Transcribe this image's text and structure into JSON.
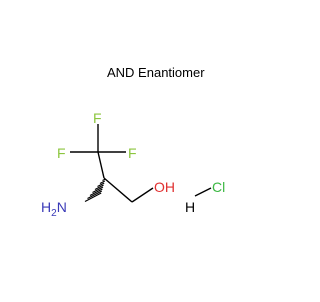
{
  "annotation": "AND Enantiomer",
  "atoms": {
    "f_top": "F",
    "f_left": "F",
    "f_right": "F",
    "nh2_n": "N",
    "nh2_h": "H",
    "nh2_sub": "2",
    "oh": "OH",
    "hcl_h": "H",
    "hcl_cl": "Cl"
  },
  "colors": {
    "fluorine": "#8cc63f",
    "nitrogen": "#3a3ab8",
    "oxygen": "#e03030",
    "chlorine": "#3cb843",
    "bond": "#000000",
    "text": "#000000"
  }
}
